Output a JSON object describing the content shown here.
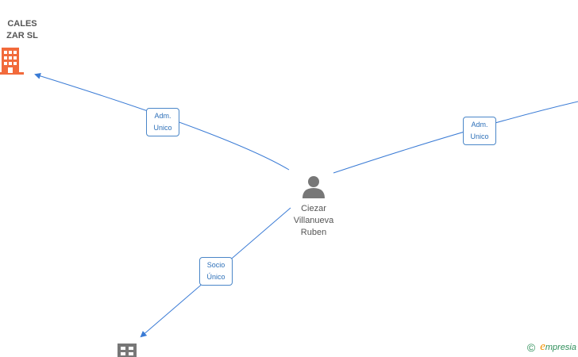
{
  "nodes": {
    "company_top_left": {
      "name_lines": [
        "CALES",
        "ZAR SL"
      ],
      "icon": "building-icon",
      "color": "#f26a3b"
    },
    "person_center": {
      "name_lines": [
        "Ciezar",
        "Villanueva",
        "Ruben"
      ],
      "icon": "person-icon",
      "color": "#777777"
    },
    "company_bottom": {
      "icon": "building-icon",
      "color": "#777777"
    }
  },
  "edges": [
    {
      "id": "edge-to-top-left",
      "label_lines": [
        "Adm.",
        "Unico"
      ]
    },
    {
      "id": "edge-to-right",
      "label_lines": [
        "Adm.",
        "Unico"
      ]
    },
    {
      "id": "edge-to-bottom",
      "label_lines": [
        "Socio",
        "Único"
      ]
    }
  ],
  "colors": {
    "edge": "#3a7bd5",
    "label_border": "#4a86c8",
    "label_text": "#2c6fb8"
  },
  "watermark": {
    "copyright": "©",
    "brand_first": "e",
    "brand_rest": "mpresia"
  }
}
